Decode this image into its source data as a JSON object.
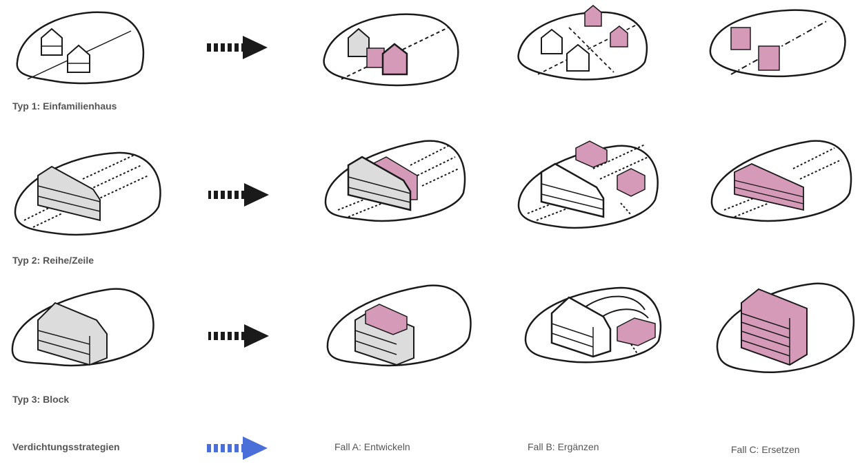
{
  "rows": [
    {
      "label": "Typ 1: Einfamilienhaus"
    },
    {
      "label": "Typ 2: Reihe/Zeile"
    },
    {
      "label": "Typ 3: Block"
    }
  ],
  "legend": {
    "label": "Verdichtungsstrategien",
    "cases": [
      "Fall A: Entwickeln",
      "Fall B: Ergänzen",
      "Fall C: Ersetzen"
    ]
  },
  "colors": {
    "outline": "#1a1a1a",
    "existing_fill": "#dcdcdc",
    "new_fill": "#d49ab8",
    "arrow_black": "#1a1a1a",
    "arrow_blue": "#4a6fd8",
    "label_gray": "#555555"
  }
}
